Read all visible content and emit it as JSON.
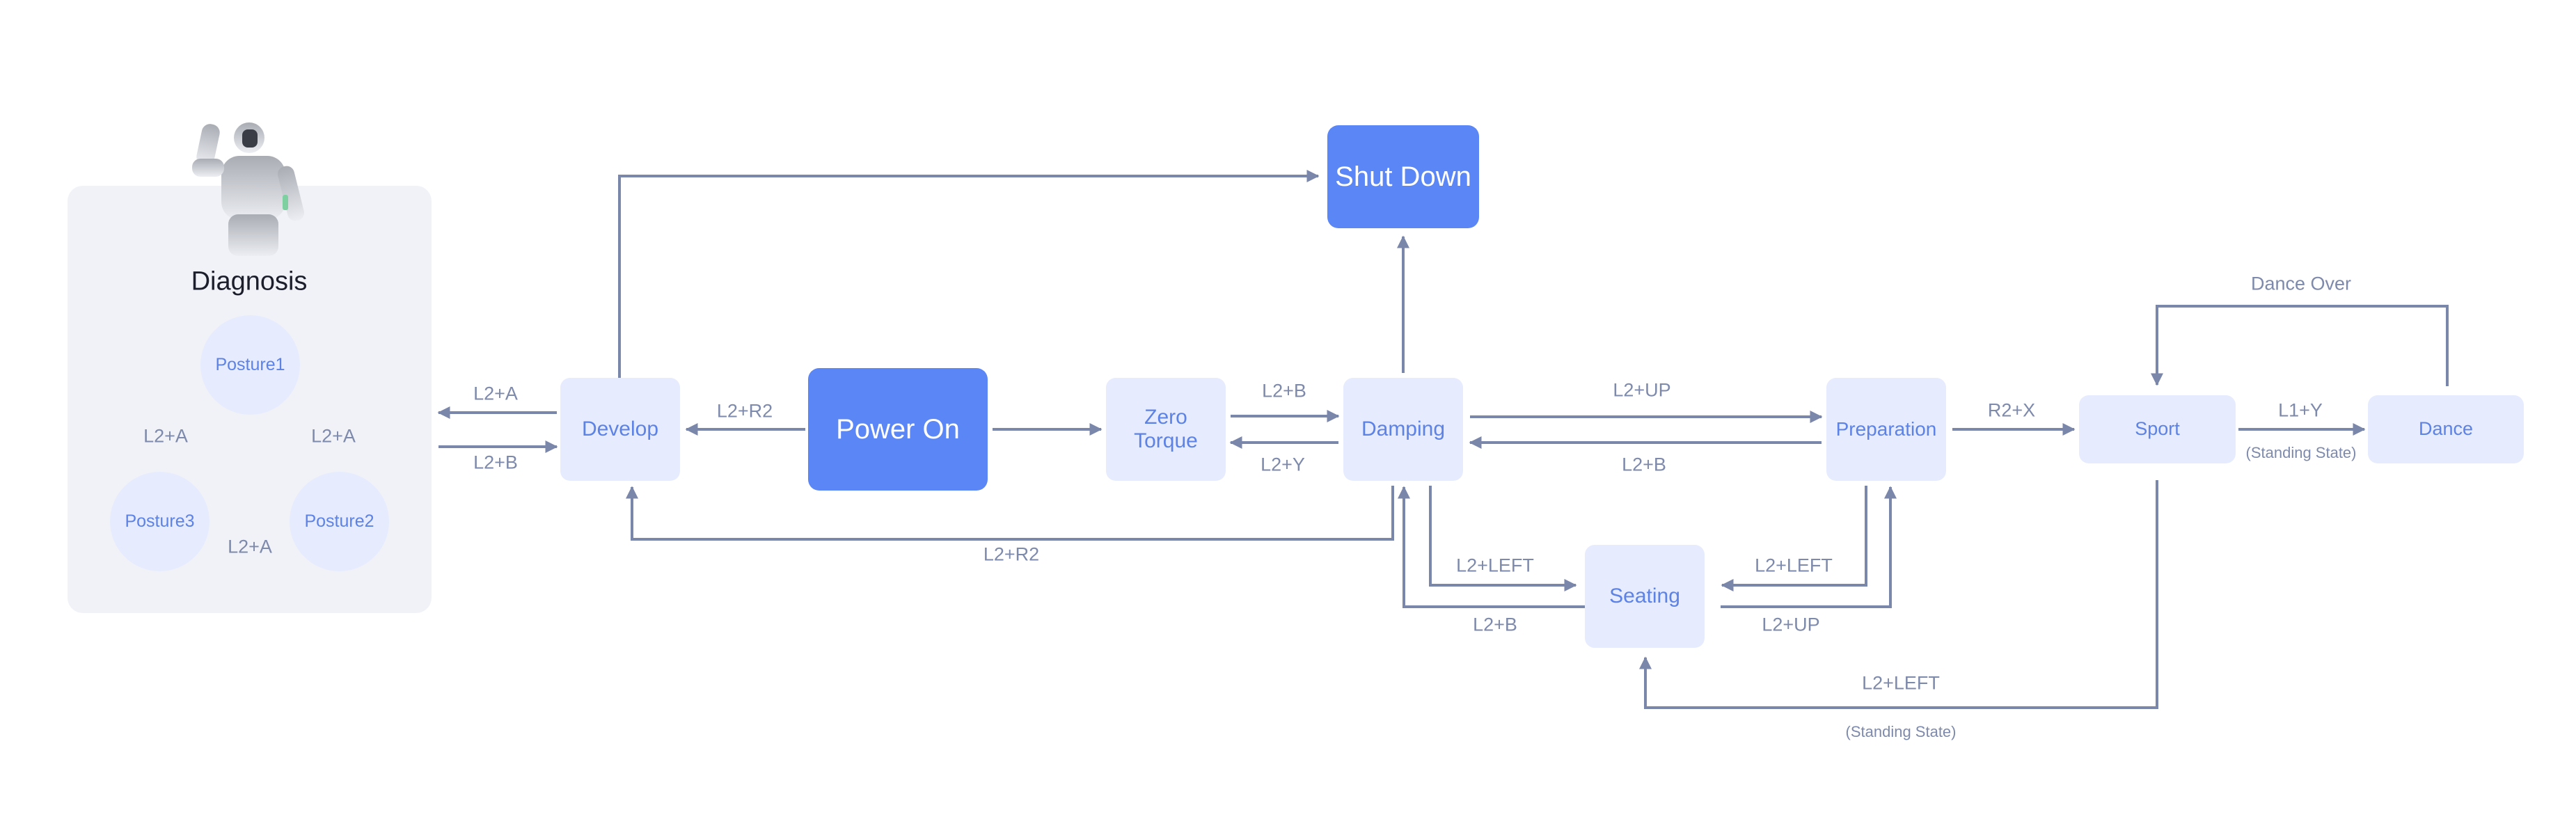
{
  "diagnosis": {
    "title": "Diagnosis",
    "postures": [
      "Posture1",
      "Posture2",
      "Posture3"
    ],
    "edge_labels": [
      "L2+A",
      "L2+A",
      "L2+A"
    ]
  },
  "nodes": {
    "develop": "Develop",
    "power_on": "Power On",
    "zero_torque": "Zero Torque",
    "damping": "Damping",
    "shut_down": "Shut Down",
    "preparation": "Preparation",
    "seating": "Seating",
    "sport": "Sport",
    "dance": "Dance"
  },
  "edges": {
    "develop_to_diagnosis": "L2+A",
    "diagnosis_to_develop": "L2+B",
    "power_on_to_develop": "L2+R2",
    "zero_torque_to_damping": "L2+B",
    "damping_to_zero_torque": "L2+Y",
    "damping_to_develop": "L2+R2",
    "damping_to_preparation": "L2+UP",
    "preparation_to_damping": "L2+B",
    "damping_to_seating": "L2+LEFT",
    "seating_to_damping": "L2+B",
    "preparation_to_seating": "L2+LEFT",
    "seating_to_preparation": "L2+UP",
    "preparation_to_sport": "R2+X",
    "sport_to_dance": "L1+Y",
    "sport_to_dance_note": "(Standing State)",
    "dance_to_sport": "Dance Over",
    "sport_to_seating": "L2+LEFT",
    "sport_to_seating_note": "(Standing State)"
  },
  "colors": {
    "arrow": "#7b87aa",
    "node_light_bg": "#e6ecfd",
    "node_light_text": "#5d82e6",
    "node_dark_bg": "#5b86f6",
    "panel_bg": "#f1f2f8"
  },
  "icons": [
    "robot-illustration"
  ]
}
